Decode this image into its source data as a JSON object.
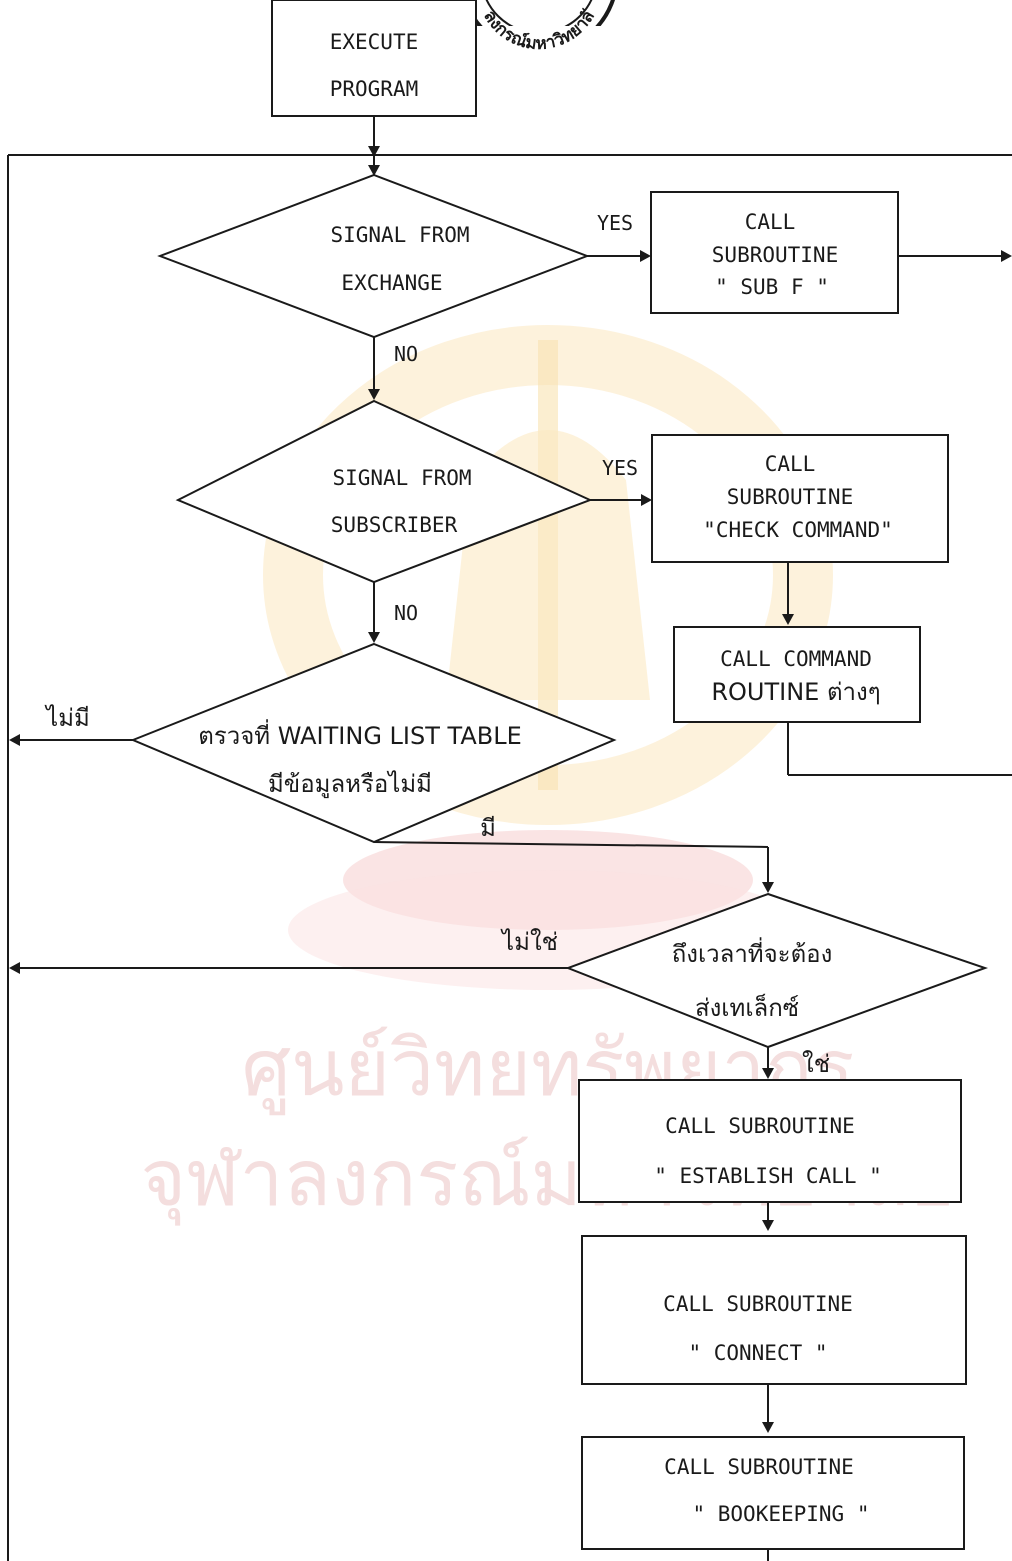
{
  "seal": {
    "text": "ลงกรณ์มหาวิทยาลั"
  },
  "watermark": {
    "line1": "ศูนย์วิทยทรัพยากร",
    "line2": "จุฬาลงกรณ์มหาวิทยาลัย"
  },
  "nodes": {
    "execute": [
      "EXECUTE",
      "PROGRAM"
    ],
    "signal_exchange": [
      "SIGNAL FROM",
      "EXCHANGE"
    ],
    "call_sub_f": [
      "CALL",
      "SUBROUTINE",
      "\" SUB F \""
    ],
    "signal_subscriber": [
      "SIGNAL FROM",
      "SUBSCRIBER"
    ],
    "call_check_command": [
      "CALL",
      "SUBROUTINE",
      "\"CHECK COMMAND\""
    ],
    "call_command_routine": [
      "CALL COMMAND",
      "ROUTINE ต่างๆ"
    ],
    "check_waiting_list": [
      "ตรวจที่ WAITING LIST TABLE",
      "มีข้อมูลหรือไม่มี"
    ],
    "time_to_send_telex": [
      "ถึงเวลาที่จะต้อง",
      "ส่งเทเล็กซ์"
    ],
    "call_establish_call": [
      "CALL SUBROUTINE",
      "\" ESTABLISH CALL \""
    ],
    "call_connect": [
      "CALL SUBROUTINE",
      "\" CONNECT \""
    ],
    "call_bookeeping": [
      "CALL SUBROUTINE",
      "\" BOOKEEPING \""
    ]
  },
  "edge_labels": {
    "yes_exchange": "YES",
    "no_exchange": "NO",
    "yes_subscriber": "YES",
    "no_subscriber": "NO",
    "no_data": "ไม่มี",
    "has_data": "มี",
    "not_time": "ไม่ใช่",
    "is_time": "ใช่"
  }
}
